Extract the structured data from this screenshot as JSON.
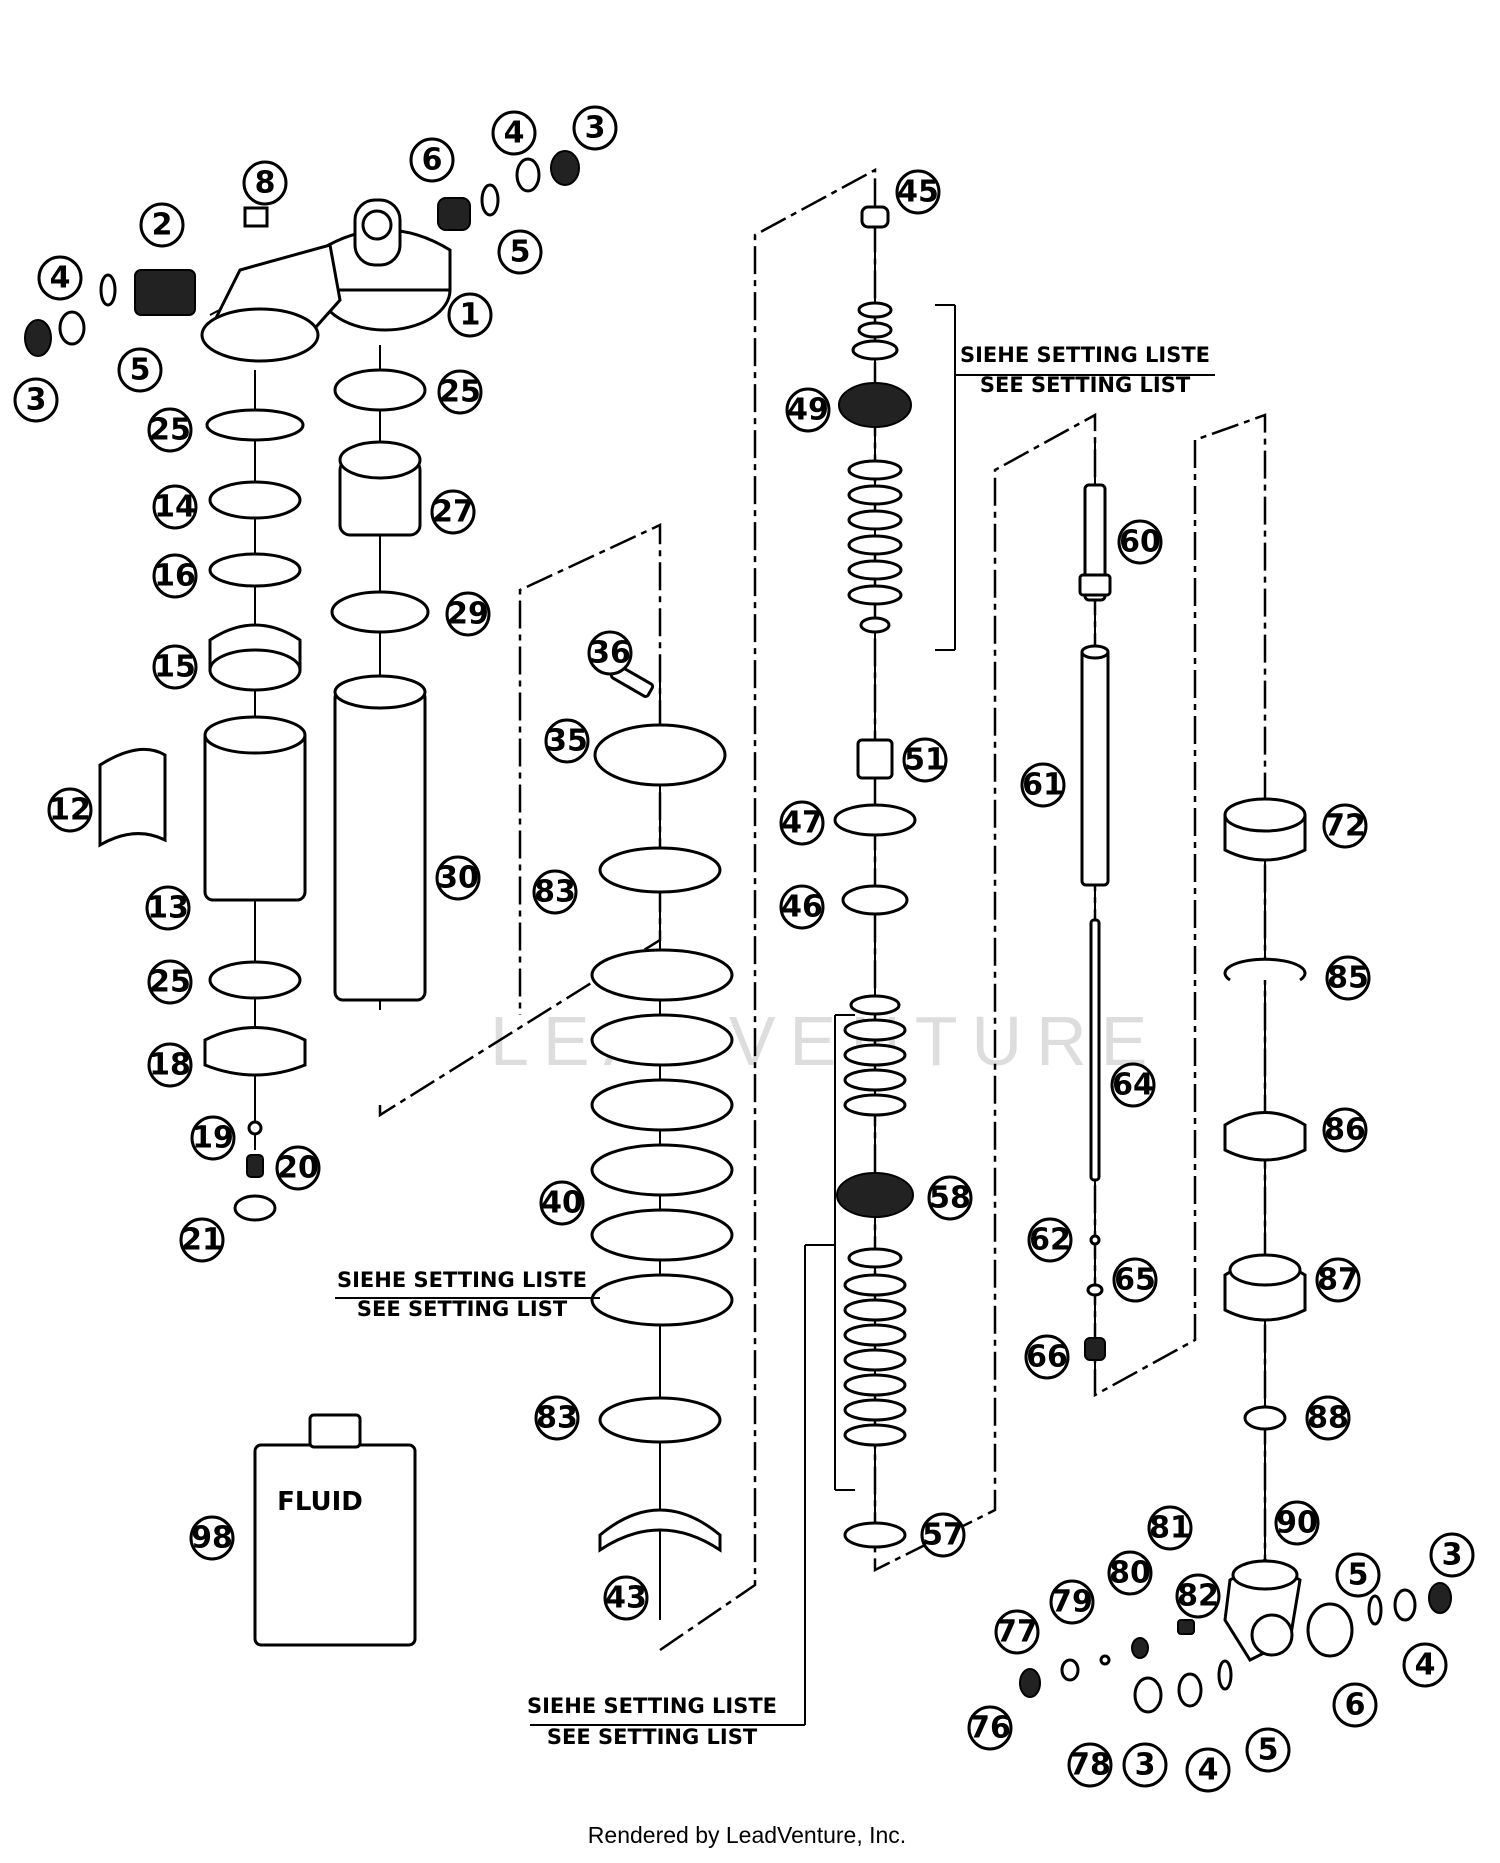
{
  "diagram": {
    "callouts": [
      "1",
      "2",
      "3",
      "4",
      "5",
      "6",
      "8",
      "12",
      "13",
      "14",
      "15",
      "16",
      "18",
      "19",
      "20",
      "21",
      "25",
      "27",
      "29",
      "30",
      "35",
      "36",
      "40",
      "43",
      "45",
      "46",
      "47",
      "49",
      "51",
      "57",
      "58",
      "60",
      "61",
      "62",
      "64",
      "65",
      "66",
      "72",
      "76",
      "77",
      "78",
      "79",
      "80",
      "81",
      "82",
      "83",
      "85",
      "86",
      "87",
      "88",
      "90",
      "98"
    ],
    "setting_notes": {
      "top_right": {
        "line1": "SIEHE SETTING LISTE",
        "line2": "SEE SETTING LIST"
      },
      "spring": {
        "line1": "SIEHE SETTING LISTE",
        "line2": "SEE SETTING LIST"
      },
      "bottom": {
        "line1": "SIEHE SETTING LISTE",
        "line2": "SEE SETTING LIST"
      }
    },
    "fluid_label": "FLUID",
    "watermark": "LEADVENTURE",
    "credit": "Rendered by LeadVenture, Inc."
  },
  "colors": {
    "line": "#000000",
    "background": "#ffffff",
    "watermark": "#dddddd"
  }
}
